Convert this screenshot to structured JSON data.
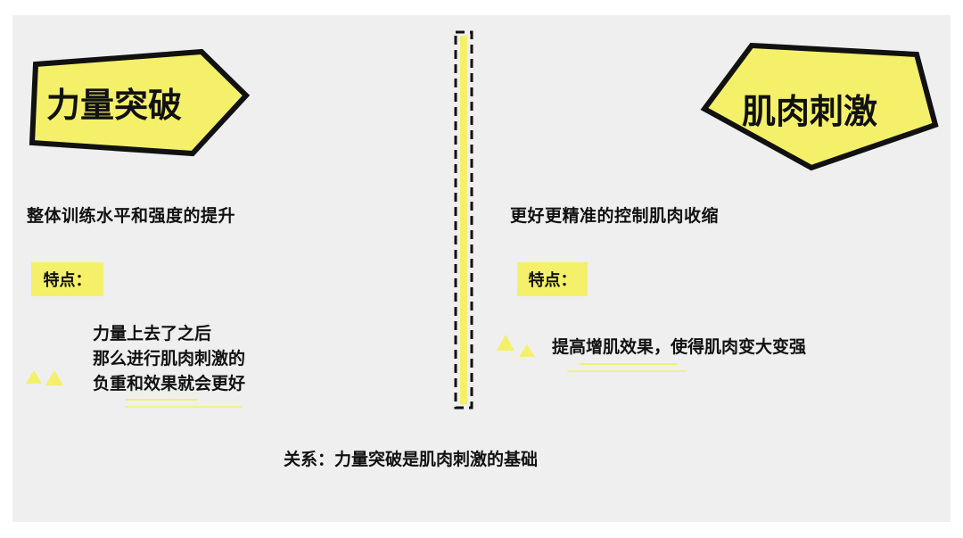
{
  "colors": {
    "accent_yellow": "#f4f06a",
    "outline": "#111111",
    "panel_bg": "#efefef"
  },
  "left": {
    "badge": "力量突破",
    "description": "整体训练水平和强度的提升",
    "label": "特点：",
    "points": [
      "力量上去了之后",
      "那么进行肌肉刺激的",
      "负重和效果就会更好"
    ]
  },
  "right": {
    "badge": "肌肉刺激",
    "description": "更好更精准的控制肌肉收缩",
    "label": "特点：",
    "point": "提高增肌效果，使得肌肉变大变强"
  },
  "relation": "关系：力量突破是肌肉刺激的基础"
}
